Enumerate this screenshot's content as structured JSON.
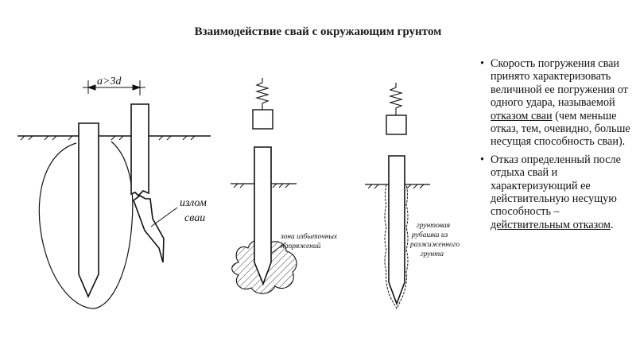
{
  "title": "Взаимодействие свай с окружающим грунтом",
  "diagram": {
    "spacing": "a>3d",
    "break": [
      "излом",
      "сваи"
    ],
    "stress_zone": [
      "зона избыточных",
      "напряжений"
    ],
    "soil_jacket": [
      "грунтовая",
      "рубашка из",
      "разжиженного",
      "грунта"
    ]
  },
  "bullets": [
    {
      "before": "Скорость погружения сваи принято характеризовать величиной ее погружения от одного удара, называемой ",
      "term": "отказом сваи",
      "after": " (чем меньше отказ, тем, очевидно, больше несущая способность сваи)."
    },
    {
      "before": "Отказ определенный после отдыха свай и характеризующий ее действительную несущую способность – ",
      "term": "действительным отказом",
      "after": "."
    }
  ]
}
